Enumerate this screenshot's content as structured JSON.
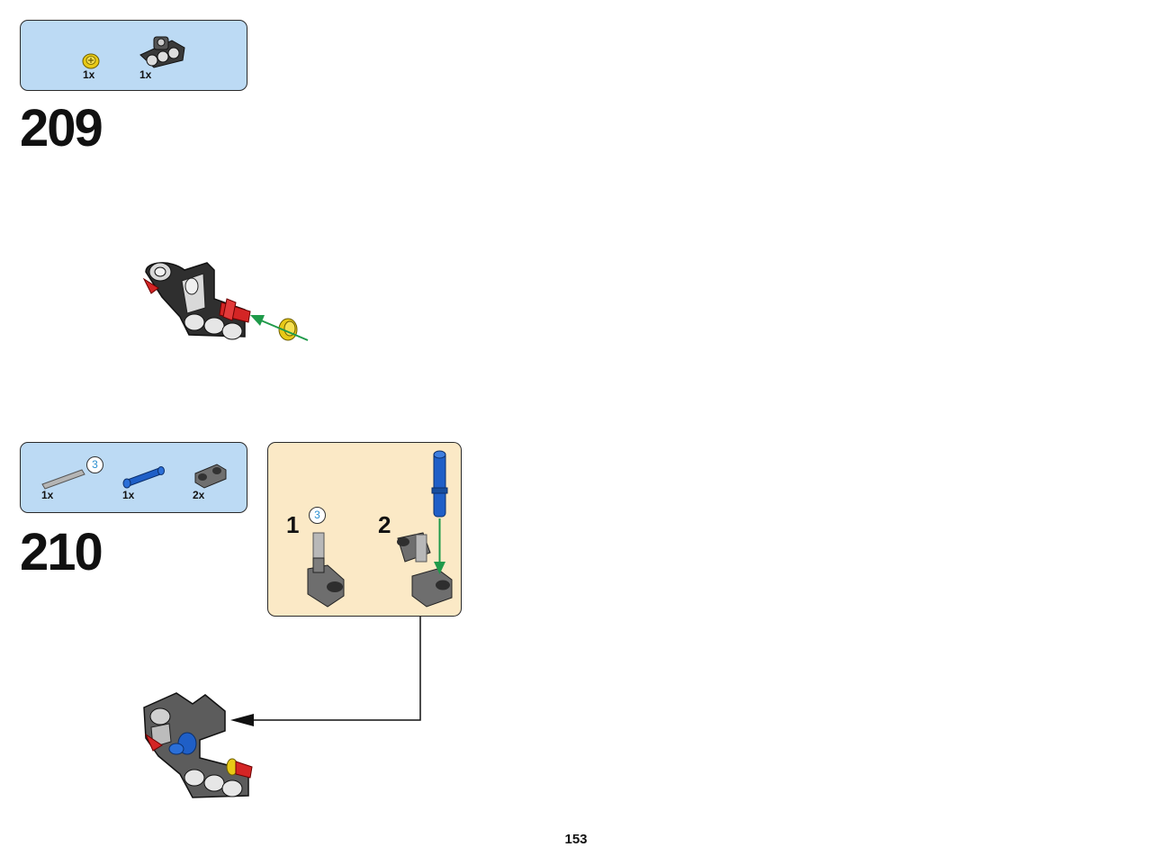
{
  "steps": [
    {
      "number": "209",
      "parts": [
        {
          "name": "yellow bushing",
          "qty": "1x"
        },
        {
          "name": "black beam connector",
          "qty": "1x"
        }
      ]
    },
    {
      "number": "210",
      "parts": [
        {
          "name": "grey axle",
          "qty": "1x",
          "length_badge": "3"
        },
        {
          "name": "blue pin",
          "qty": "1x"
        },
        {
          "name": "dark grey liftarm",
          "qty": "2x"
        }
      ],
      "substeps": [
        {
          "number": "1",
          "length_badge": "3"
        },
        {
          "number": "2"
        }
      ]
    }
  ],
  "page_number": "153",
  "colors": {
    "parts_box": "#bcdaf4",
    "substep_box": "#fbe9c6",
    "arrow_green": "#1f9a4a",
    "yellow": "#f2d51b",
    "red": "#d42525",
    "blue": "#1f5fc7",
    "black": "#2b2b2b",
    "grey": "#8c8c8c"
  }
}
